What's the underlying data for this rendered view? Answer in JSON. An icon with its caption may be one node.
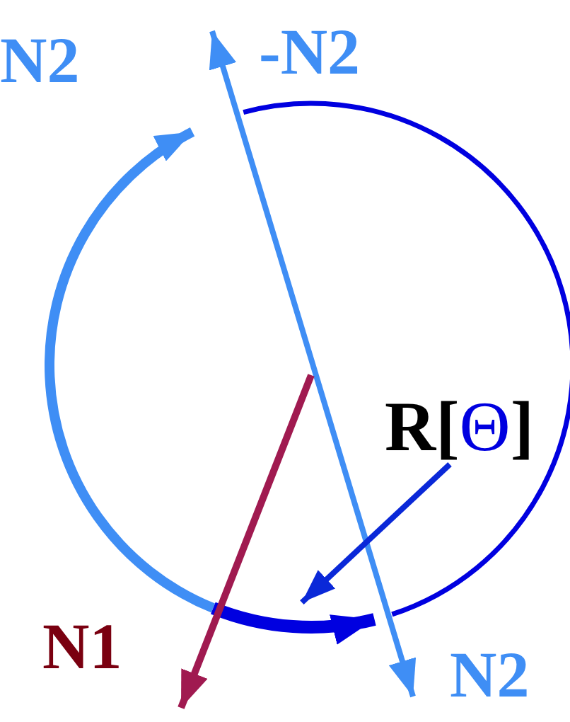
{
  "diagram": {
    "nodes": [
      {
        "text": [
          "R[Θ]"
        ]
      },
      {
        "text": [],
        "shape": "arc"
      }
    ],
    "edges": [
      {
        "from": 0,
        "to": 1,
        "arrow": "to"
      }
    ],
    "labels": [
      "N2",
      "-N2",
      "N1",
      "N2"
    ]
  }
}
